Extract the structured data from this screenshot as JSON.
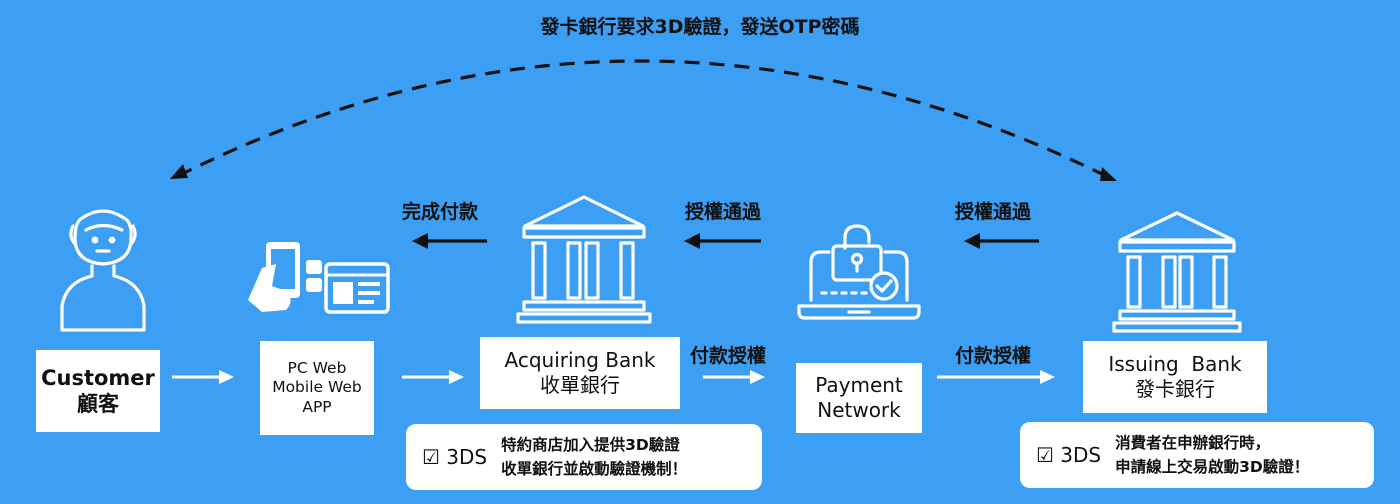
{
  "top_label": "發卡銀行要求3D驗證，發送OTP密碼",
  "nodes": {
    "customer": {
      "line1": "Customer",
      "line2": "顧客"
    },
    "channel": {
      "line1": "PC Web",
      "line2": "Mobile Web",
      "line3": "APP"
    },
    "acquiring_bank": {
      "line1": "Acquiring Bank",
      "line2": "收單銀行"
    },
    "payment_network": {
      "line1": "Payment",
      "line2": "Network"
    },
    "issuing_bank": {
      "line1": "Issuing  Bank",
      "line2": "發卡銀行"
    }
  },
  "flow_labels": {
    "complete_payment": "完成付款",
    "auth_passed_1": "授權通過",
    "auth_passed_2": "授權通過",
    "payment_auth_1": "付款授權",
    "payment_auth_2": "付款授權"
  },
  "notes": {
    "acquiring": {
      "tag": "☑ 3DS",
      "line1": "特約商店加入提供3D驗證",
      "line2": "收單銀行並啟動驗證機制！"
    },
    "issuing": {
      "tag": "☑ 3DS",
      "line1": "消費者在申辦銀行時，",
      "line2": "申請線上交易啟動3D驗證！"
    }
  },
  "icons": [
    "person-icon",
    "device-icon",
    "bank-icon",
    "secure-laptop-icon",
    "bank-icon"
  ],
  "colors": {
    "background": "#3d9ff3",
    "line_white": "#ffffff",
    "line_dark": "#111111"
  }
}
